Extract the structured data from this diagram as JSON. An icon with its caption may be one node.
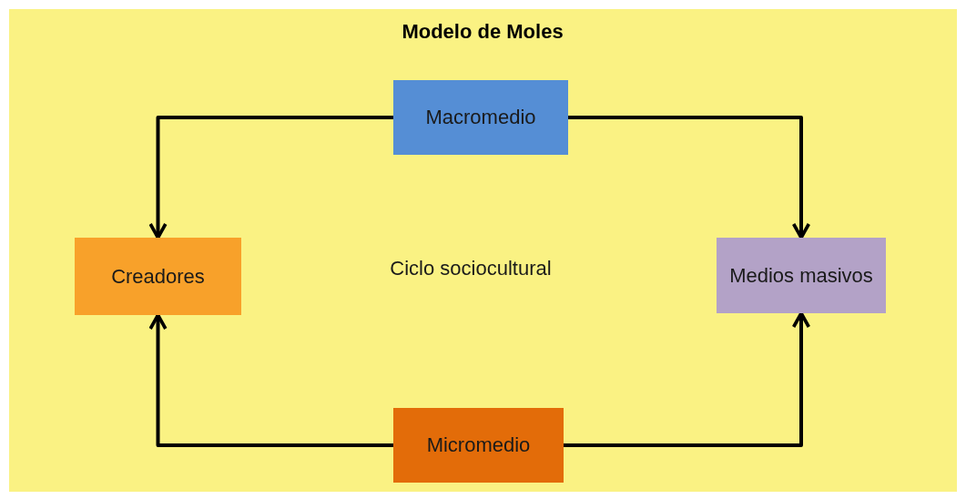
{
  "diagram": {
    "title": "Modelo de Moles",
    "nodes": [
      {
        "text": [
          "Macromedio"
        ]
      },
      {
        "text": [
          "Creadores"
        ]
      },
      {
        "text": [
          "Medios masivos"
        ]
      },
      {
        "text": [
          "Micromedio"
        ]
      }
    ],
    "edges": [
      {
        "from": 0,
        "to": 1,
        "arrow": "to"
      },
      {
        "from": 0,
        "to": 2,
        "arrow": "to"
      },
      {
        "from": 3,
        "to": 1,
        "arrow": "to"
      },
      {
        "from": 3,
        "to": 2,
        "arrow": "to"
      }
    ],
    "labels": [
      "Ciclo sociocultural"
    ]
  }
}
